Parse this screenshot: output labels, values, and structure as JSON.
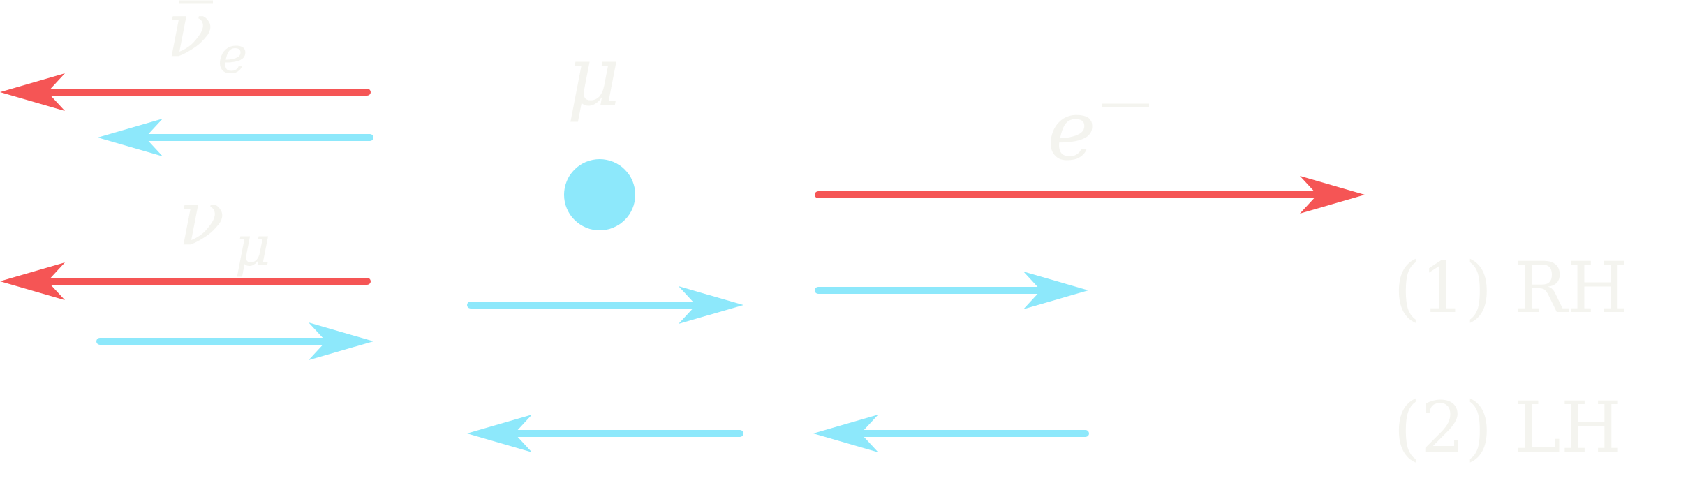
{
  "colors": {
    "background": "#ffffff",
    "red": "#f55555",
    "cyan": "#8de8fb",
    "label": "#f4f4ef"
  },
  "particles": {
    "antineutrino_e": {
      "symbol": "ν",
      "subscript": "e"
    },
    "muon": {
      "symbol": "μ"
    },
    "electron": {
      "symbol": "e",
      "superscript": "−"
    },
    "neutrino_mu": {
      "symbol": "ν",
      "subscript": "μ"
    }
  },
  "legend": {
    "item1": "(1) RH",
    "item2": "(2) LH"
  }
}
